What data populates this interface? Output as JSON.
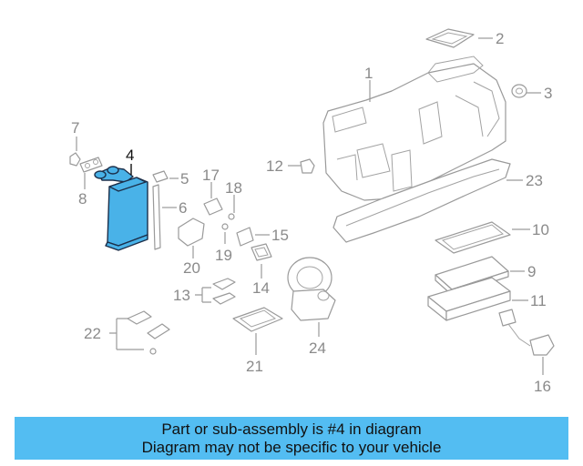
{
  "highlight_part": "4",
  "callouts": {
    "c1": "1",
    "c2": "2",
    "c3": "3",
    "c4": "4",
    "c5": "5",
    "c6": "6",
    "c7": "7",
    "c8": "8",
    "c9": "9",
    "c10": "10",
    "c11": "11",
    "c12": "12",
    "c13": "13",
    "c14": "14",
    "c15": "15",
    "c16": "16",
    "c17": "17",
    "c18": "18",
    "c19": "19",
    "c20": "20",
    "c21": "21",
    "c22": "22",
    "c23": "23",
    "c24": "24"
  },
  "caption": {
    "line1": "Part or sub-assembly is #4 in diagram",
    "line2": "Diagram may not be specific to your vehicle"
  },
  "colors": {
    "highlight": "#49b2e8",
    "caption_bg": "#53bdf2",
    "callout_text": "#8a8a8a"
  }
}
